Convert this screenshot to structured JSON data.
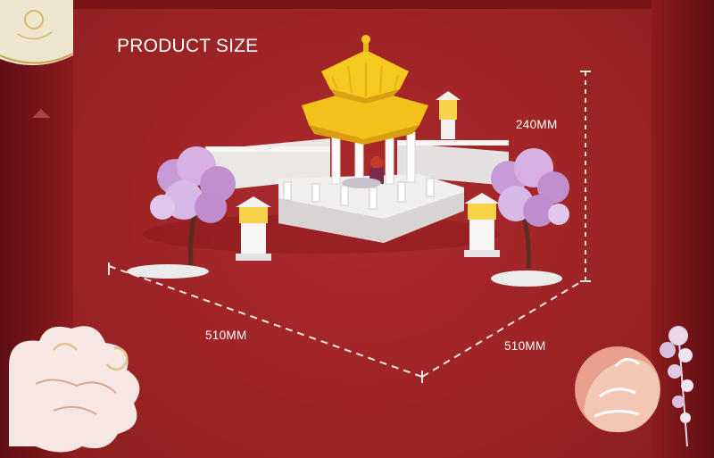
{
  "title": "PRODUCT SIZE",
  "dimensions": {
    "height": "240MM",
    "width_left": "510MM",
    "width_right": "510MM"
  },
  "colors": {
    "background": "#9a2224",
    "pavilion_roof": "#f2c21a",
    "blossom": "#c9a0d8",
    "text": "#ffffff"
  },
  "decor": {
    "product": "pavilion-brick-model",
    "corner_left": "cloud-icon",
    "corner_right": "fox-icon"
  }
}
